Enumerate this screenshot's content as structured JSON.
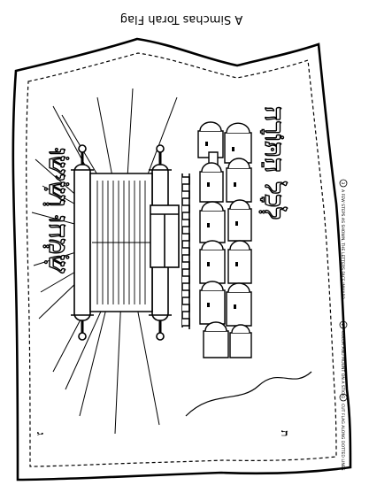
{
  "page": {
    "title": "A Simchas Torah Flag",
    "title_orientation": "upside-down"
  },
  "flag": {
    "outline": "wavy flag shape with a dashed cut line",
    "stroke_color": "#000000",
    "fill_color": "#ffffff"
  },
  "illustration": {
    "left_scene": "open Torah scroll with two rollers on a pedestal, sun rays behind",
    "right_scene": "walled city of Jerusalem with domed houses and a central tower",
    "hebrew_left_column": "שִׂמְחוּ וְשִׂישׂוּ",
    "hebrew_right_column": "לְכָל הַתּוֹרָה",
    "corner_letter_left": "ג",
    "corner_letter_right": "ת"
  },
  "instructions": [
    {
      "number": "1",
      "text": "CUT FLAG ALONG DOTTED LINES"
    },
    {
      "number": "2",
      "text": "COLOR AND MOUNT ON A STICK"
    },
    {
      "number": "3",
      "text": "A FEW STEPS AS SHOWN, THE LETTERS FACE INWARD"
    }
  ]
}
